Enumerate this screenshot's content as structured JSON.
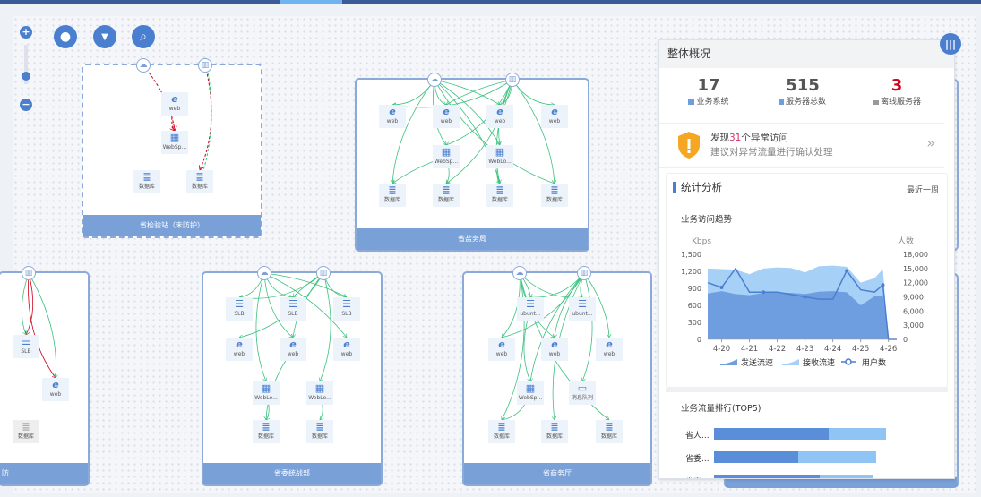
{
  "toolbar": {
    "zoom_in": "+",
    "zoom_out": "−",
    "zoom_level": 0.5,
    "tag_icon": "tag-icon",
    "filter_icon": "caret-down-icon",
    "search_icon": "search-icon",
    "layout_icon": "columns-icon"
  },
  "panels": [
    {
      "label": "省检验站（未防护）",
      "nodes": [
        {
          "type": "web",
          "label": "web"
        },
        {
          "type": "app",
          "label": "WebSp..."
        },
        {
          "type": "db",
          "label": "数据库"
        },
        {
          "type": "db",
          "label": "数据库"
        }
      ],
      "links": [
        [
          0,
          3,
          "alert"
        ],
        [
          2,
          3,
          "alert"
        ],
        [
          1,
          5,
          "alert"
        ],
        [
          5,
          1,
          "ok"
        ]
      ]
    },
    {
      "label": "省盐务局",
      "nodes": [
        {
          "type": "web",
          "label": "web"
        },
        {
          "type": "web",
          "label": "web"
        },
        {
          "type": "web",
          "label": "web"
        },
        {
          "type": "web",
          "label": "web"
        },
        {
          "type": "app",
          "label": "WebSp..."
        },
        {
          "type": "app",
          "label": "WebLo..."
        },
        {
          "type": "db",
          "label": "数据库"
        },
        {
          "type": "db",
          "label": "数据库"
        },
        {
          "type": "db",
          "label": "数据库"
        },
        {
          "type": "db",
          "label": "数据库"
        }
      ],
      "links": [
        [
          0,
          2,
          "ok"
        ],
        [
          0,
          3,
          "ok"
        ],
        [
          0,
          4,
          "ok"
        ],
        [
          0,
          6,
          "ok"
        ],
        [
          0,
          7,
          "ok"
        ],
        [
          0,
          8,
          "ok"
        ],
        [
          0,
          10,
          "ok"
        ],
        [
          0,
          11,
          "ok"
        ],
        [
          1,
          2,
          "ok"
        ],
        [
          1,
          3,
          "ok"
        ],
        [
          1,
          4,
          "ok"
        ],
        [
          1,
          5,
          "ok"
        ],
        [
          1,
          6,
          "ok"
        ],
        [
          1,
          7,
          "ok"
        ],
        [
          1,
          9,
          "ok"
        ],
        [
          1,
          10,
          "ok"
        ],
        [
          1,
          11,
          "ok"
        ],
        [
          6,
          8,
          "ok"
        ],
        [
          6,
          9,
          "ok"
        ],
        [
          7,
          10,
          "ok"
        ]
      ]
    },
    {
      "label": "防",
      "nodes": [
        {
          "type": "lb",
          "label": "SLB"
        },
        {
          "type": "web",
          "label": "web"
        },
        {
          "type": "db",
          "label": "数据库",
          "offline": true
        }
      ],
      "links": [
        [
          1,
          2,
          "alert"
        ],
        [
          1,
          3,
          "alert"
        ],
        [
          1,
          3,
          "ok"
        ],
        [
          1,
          2,
          "ok"
        ]
      ]
    },
    {
      "label": "省委统战部",
      "nodes": [
        {
          "type": "lb",
          "label": "SLB"
        },
        {
          "type": "lb",
          "label": "SLB"
        },
        {
          "type": "lb",
          "label": "SLB"
        },
        {
          "type": "web",
          "label": "web"
        },
        {
          "type": "web",
          "label": "web"
        },
        {
          "type": "web",
          "label": "web"
        },
        {
          "type": "app",
          "label": "WebLo..."
        },
        {
          "type": "app",
          "label": "WebLo..."
        },
        {
          "type": "db",
          "label": "数据库"
        },
        {
          "type": "db",
          "label": "数据库"
        }
      ],
      "links": [
        [
          0,
          2,
          "ok"
        ],
        [
          0,
          3,
          "ok"
        ],
        [
          0,
          4,
          "ok"
        ],
        [
          0,
          6,
          "ok"
        ],
        [
          0,
          7,
          "ok"
        ],
        [
          0,
          8,
          "ok"
        ],
        [
          1,
          2,
          "ok"
        ],
        [
          1,
          3,
          "ok"
        ],
        [
          1,
          5,
          "ok"
        ],
        [
          1,
          6,
          "ok"
        ],
        [
          1,
          9,
          "ok"
        ],
        [
          1,
          4,
          "ok"
        ],
        [
          8,
          10,
          "ok"
        ],
        [
          6,
          10,
          "ok"
        ],
        [
          9,
          11,
          "ok"
        ]
      ]
    },
    {
      "label": "省商务厅",
      "nodes": [
        {
          "type": "lb",
          "label": "ubunt..."
        },
        {
          "type": "lb",
          "label": "ubunt..."
        },
        {
          "type": "web",
          "label": "web"
        },
        {
          "type": "web",
          "label": "web"
        },
        {
          "type": "web",
          "label": "web"
        },
        {
          "type": "app",
          "label": "WebSp..."
        },
        {
          "type": "mq",
          "label": "消息队列"
        },
        {
          "type": "db",
          "label": "数据库"
        },
        {
          "type": "db",
          "label": "数据库"
        },
        {
          "type": "db",
          "label": "数据库"
        }
      ],
      "links": [
        [
          0,
          2,
          "ok"
        ],
        [
          0,
          3,
          "ok"
        ],
        [
          0,
          4,
          "ok"
        ],
        [
          0,
          5,
          "ok"
        ],
        [
          0,
          9,
          "ok"
        ],
        [
          0,
          11,
          "ok"
        ],
        [
          1,
          2,
          "ok"
        ],
        [
          1,
          3,
          "ok"
        ],
        [
          1,
          4,
          "ok"
        ],
        [
          1,
          5,
          "ok"
        ],
        [
          1,
          6,
          "ok"
        ],
        [
          1,
          7,
          "ok"
        ],
        [
          1,
          8,
          "ok"
        ],
        [
          1,
          10,
          "ok"
        ],
        [
          7,
          9,
          "ok"
        ],
        [
          2,
          7,
          "ok"
        ]
      ]
    }
  ],
  "overview": {
    "title": "整体概况",
    "stats": [
      {
        "value": "17",
        "label": "业务系统",
        "color": "#555555"
      },
      {
        "value": "515",
        "label": "服务器总数",
        "color": "#555555"
      },
      {
        "value": "3",
        "label": "离线服务器",
        "color": "#d0021b"
      }
    ],
    "alert": {
      "prefix": "发现",
      "count": "31",
      "suffix": "个异常访问",
      "hint": "建议对异常流量进行确认处理",
      "more": "»"
    }
  },
  "stats_section": {
    "title": "统计分析",
    "range": "最近一周"
  },
  "chart_data": {
    "type": "area",
    "title": "业务访问趋势",
    "ylabel_left": "Kbps",
    "ylabel_right": "人数",
    "categories": [
      "4-20",
      "4-21",
      "4-22",
      "4-23",
      "4-24",
      "4-25",
      "4-26"
    ],
    "x": [
      19.5,
      20,
      20.5,
      21,
      21.5,
      22,
      22.5,
      23,
      23.5,
      24,
      24.5,
      25,
      25.5,
      25.8,
      26,
      26.3
    ],
    "ylim_left": [
      0,
      1500
    ],
    "yticks_left": [
      "0",
      "300",
      "600",
      "900",
      "1,200",
      "1,500"
    ],
    "ylim_right": [
      0,
      18000
    ],
    "yticks_right": [
      "0",
      "3,000",
      "6,000",
      "9,000",
      "12,000",
      "15,000",
      "18,000"
    ],
    "series": [
      {
        "name": "发送流速",
        "axis": "left",
        "color": "#6f9ee0",
        "values": [
          810,
          850,
          800,
          780,
          820,
          830,
          820,
          800,
          840,
          850,
          830,
          600,
          760,
          780,
          0,
          0
        ]
      },
      {
        "name": "接收流速",
        "axis": "left",
        "color": "#a7d0f6",
        "values": [
          1250,
          1240,
          1230,
          1150,
          1250,
          1270,
          1260,
          1180,
          1290,
          1300,
          1280,
          1000,
          1080,
          1240,
          0,
          0
        ]
      },
      {
        "name": "用户数",
        "axis": "right",
        "color": "#4a7fd0",
        "values": [
          12000,
          11000,
          15000,
          10000,
          10000,
          10000,
          9500,
          9000,
          8500,
          8500,
          14500,
          10500,
          10000,
          11500,
          0,
          0
        ]
      }
    ],
    "legend": "bottom",
    "grid": false
  },
  "top5": {
    "title": "业务流量排行(TOP5)",
    "rows": [
      {
        "label": "省人...",
        "send": 128,
        "receive": 64
      },
      {
        "label": "省委...",
        "send": 94,
        "receive": 87
      },
      {
        "label": "省案...",
        "send": 118,
        "receive": 59
      }
    ]
  }
}
